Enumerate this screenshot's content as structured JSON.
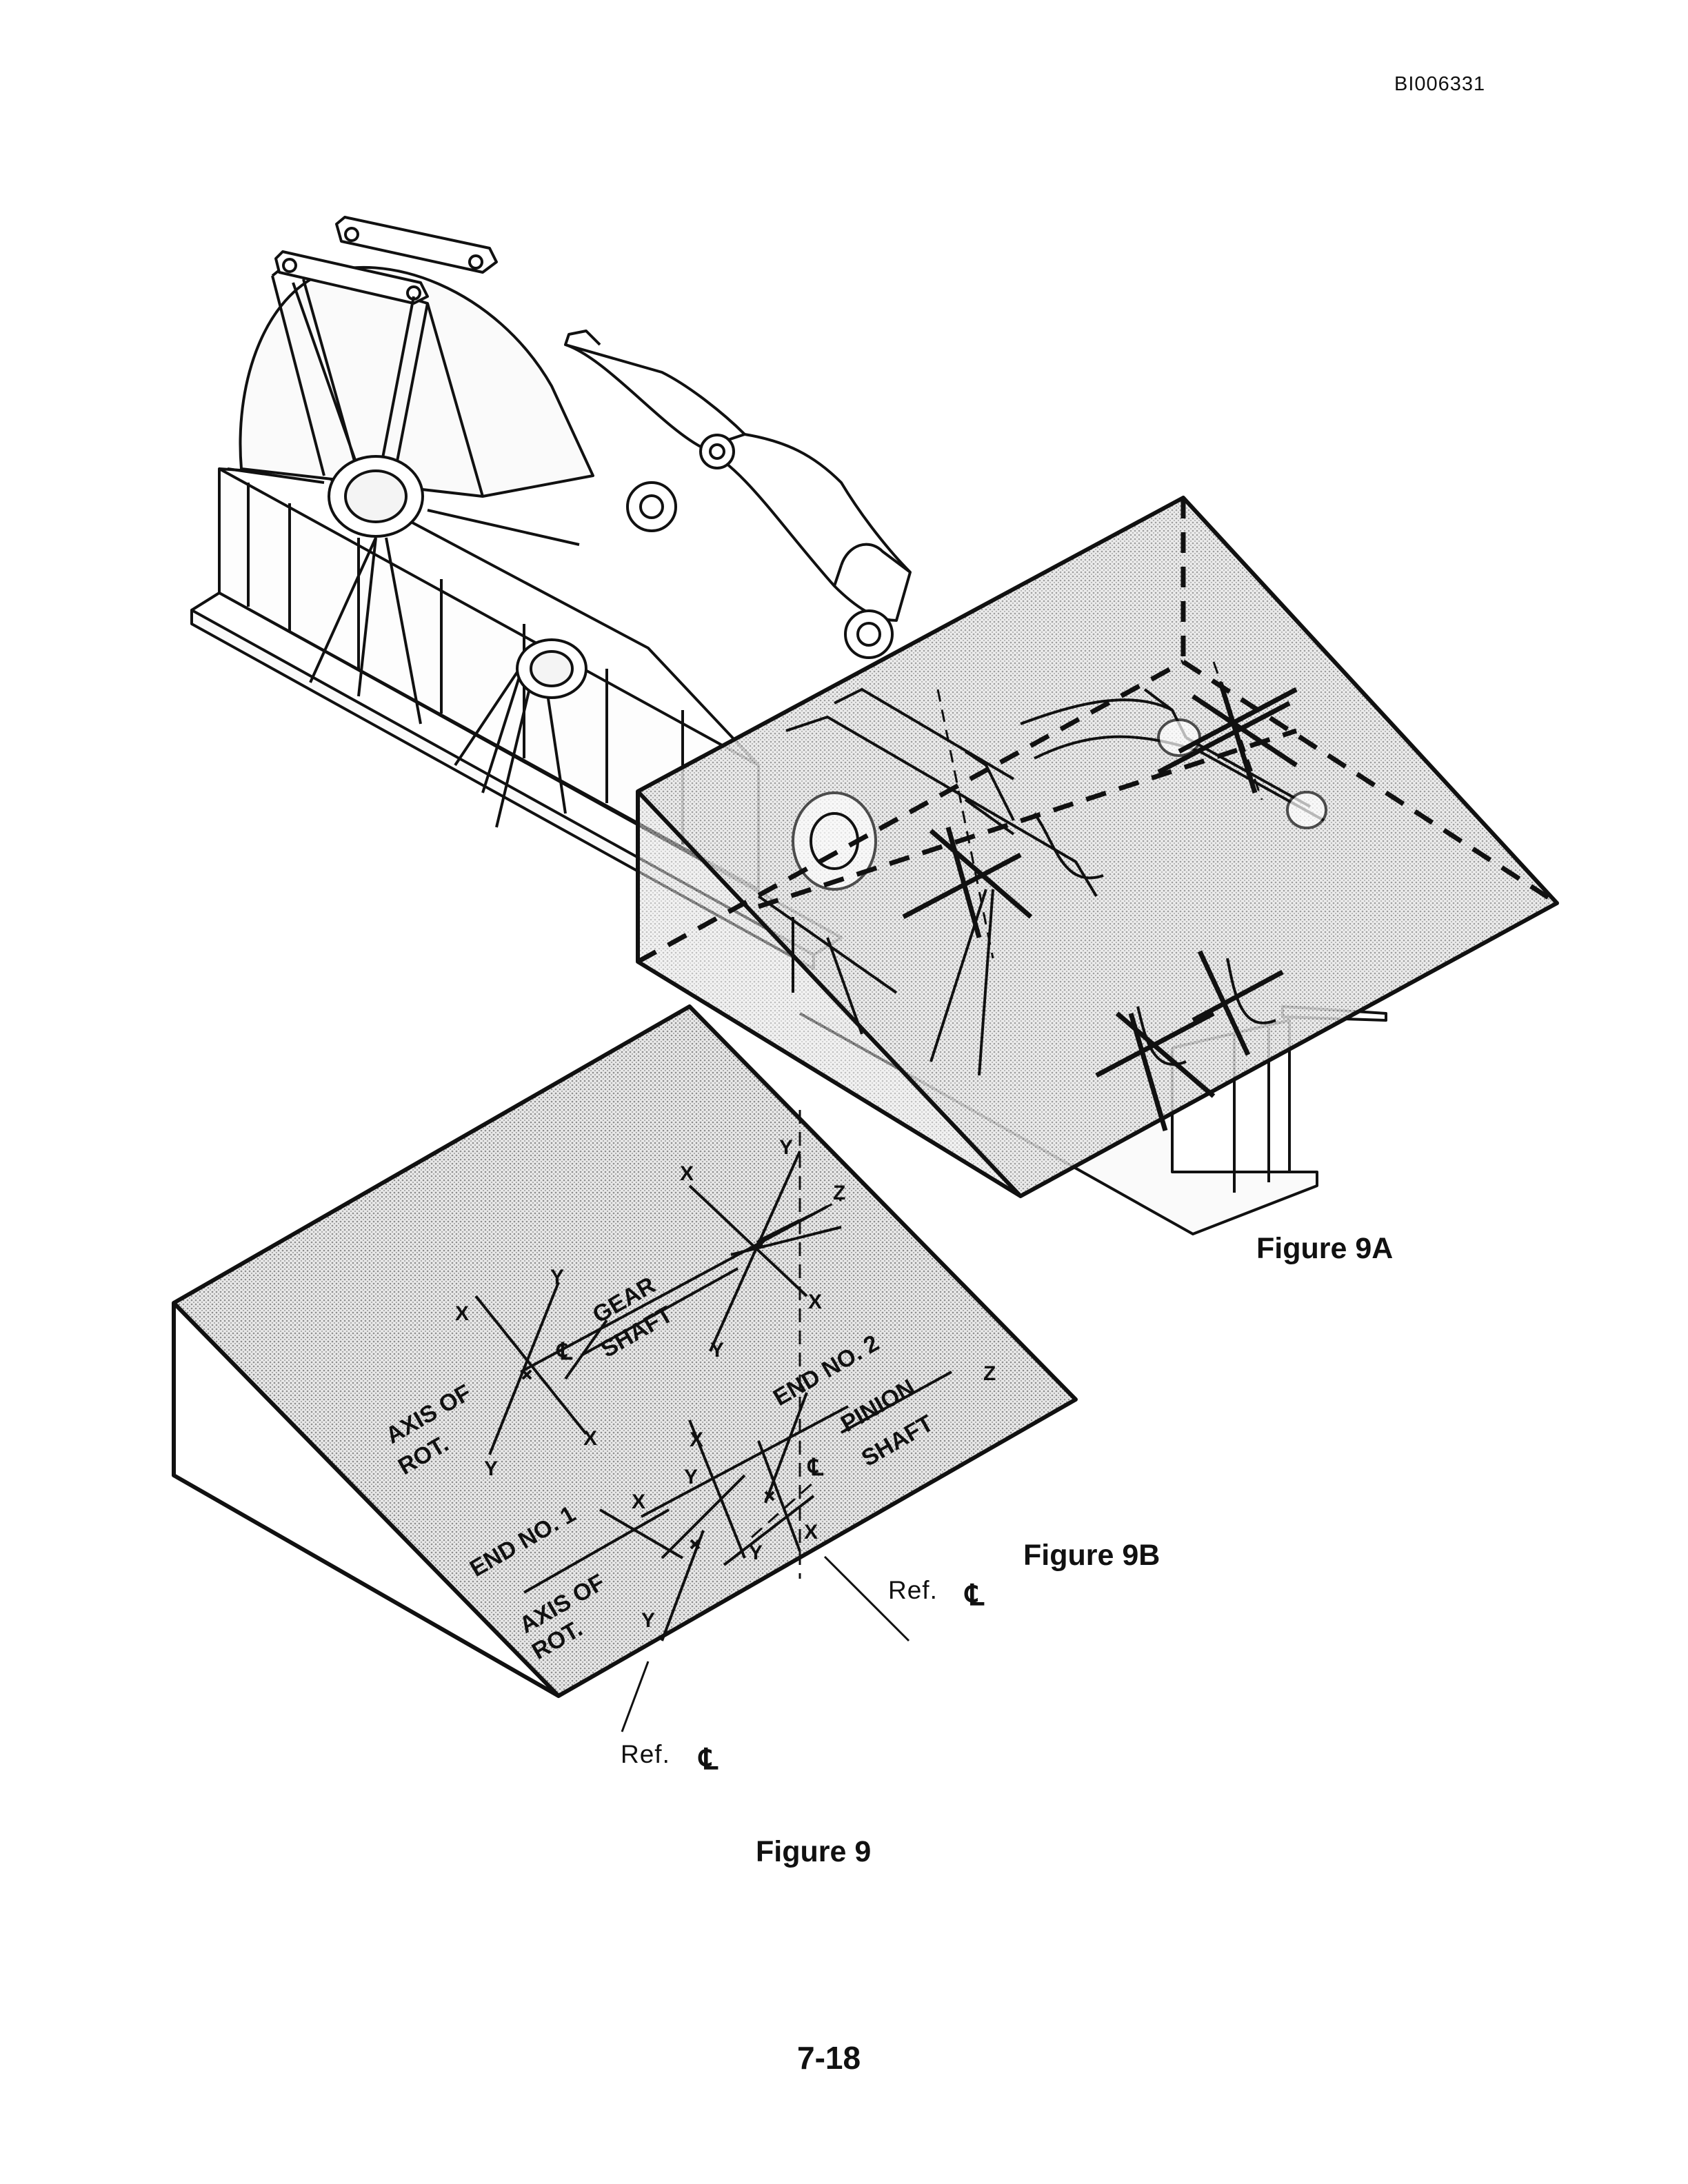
{
  "header": {
    "doc_id": "BI006331"
  },
  "captions": {
    "figure_9a": "Figure 9A",
    "figure_9b": "Figure 9B",
    "figure_9": "Figure 9"
  },
  "refs": {
    "ref_1": "Ref.",
    "ref_2": "Ref.",
    "cl_symbol": "℄"
  },
  "diagram_labels": {
    "axis_of": "AXIS OF",
    "rot": "ROT.",
    "gear": "GEAR",
    "shaft": "SHAFT",
    "end_no_1": "END NO. 1",
    "end_no_2": "END NO. 2",
    "pinion": "PINION",
    "pinion_shaft": "SHAFT",
    "axis_of_2": "AXIS OF",
    "rot_2": "ROT.",
    "x": "X",
    "y": "Y",
    "z": "Z"
  },
  "footer": {
    "page_number": "7-18"
  }
}
